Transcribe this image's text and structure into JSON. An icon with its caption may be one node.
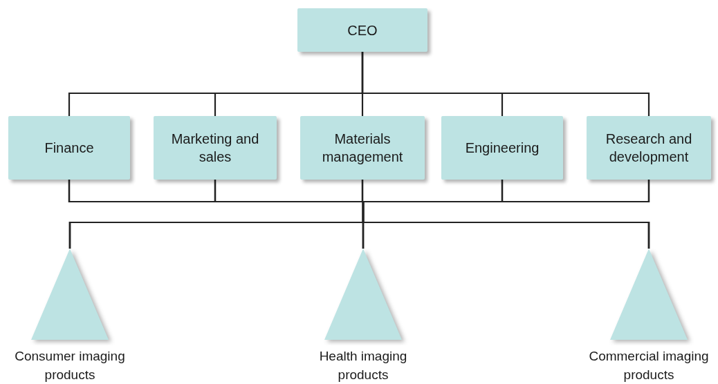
{
  "diagram": {
    "nodes": [
      {
        "text": [
          "CEO"
        ]
      },
      {
        "text": [
          "Finance"
        ]
      },
      {
        "text": [
          "Marketing and sales"
        ]
      },
      {
        "text": [
          "Materials management"
        ]
      },
      {
        "text": [
          "Engineering"
        ]
      },
      {
        "text": [
          "Research and development"
        ]
      },
      {
        "text": [
          "Consumer imaging products"
        ]
      },
      {
        "text": [
          "Health imaging products"
        ]
      },
      {
        "text": [
          "Commercial imaging products"
        ]
      }
    ],
    "edges": [
      {
        "from": 0,
        "to": 1,
        "arrow": "none"
      },
      {
        "from": 0,
        "to": 2,
        "arrow": "none"
      },
      {
        "from": 0,
        "to": 3,
        "arrow": "none"
      },
      {
        "from": 0,
        "to": 4,
        "arrow": "none"
      },
      {
        "from": 0,
        "to": 5,
        "arrow": "none"
      },
      {
        "from": 1,
        "to": 6,
        "arrow": "none"
      },
      {
        "from": 1,
        "to": 7,
        "arrow": "none"
      },
      {
        "from": 1,
        "to": 8,
        "arrow": "none"
      },
      {
        "from": 2,
        "to": 6,
        "arrow": "none"
      },
      {
        "from": 2,
        "to": 7,
        "arrow": "none"
      },
      {
        "from": 2,
        "to": 8,
        "arrow": "none"
      },
      {
        "from": 3,
        "to": 6,
        "arrow": "none"
      },
      {
        "from": 3,
        "to": 7,
        "arrow": "none"
      },
      {
        "from": 3,
        "to": 8,
        "arrow": "none"
      },
      {
        "from": 4,
        "to": 6,
        "arrow": "none"
      },
      {
        "from": 4,
        "to": 7,
        "arrow": "none"
      },
      {
        "from": 4,
        "to": 8,
        "arrow": "none"
      },
      {
        "from": 5,
        "to": 6,
        "arrow": "none"
      },
      {
        "from": 5,
        "to": 7,
        "arrow": "none"
      },
      {
        "from": 5,
        "to": 8,
        "arrow": "none"
      }
    ]
  }
}
